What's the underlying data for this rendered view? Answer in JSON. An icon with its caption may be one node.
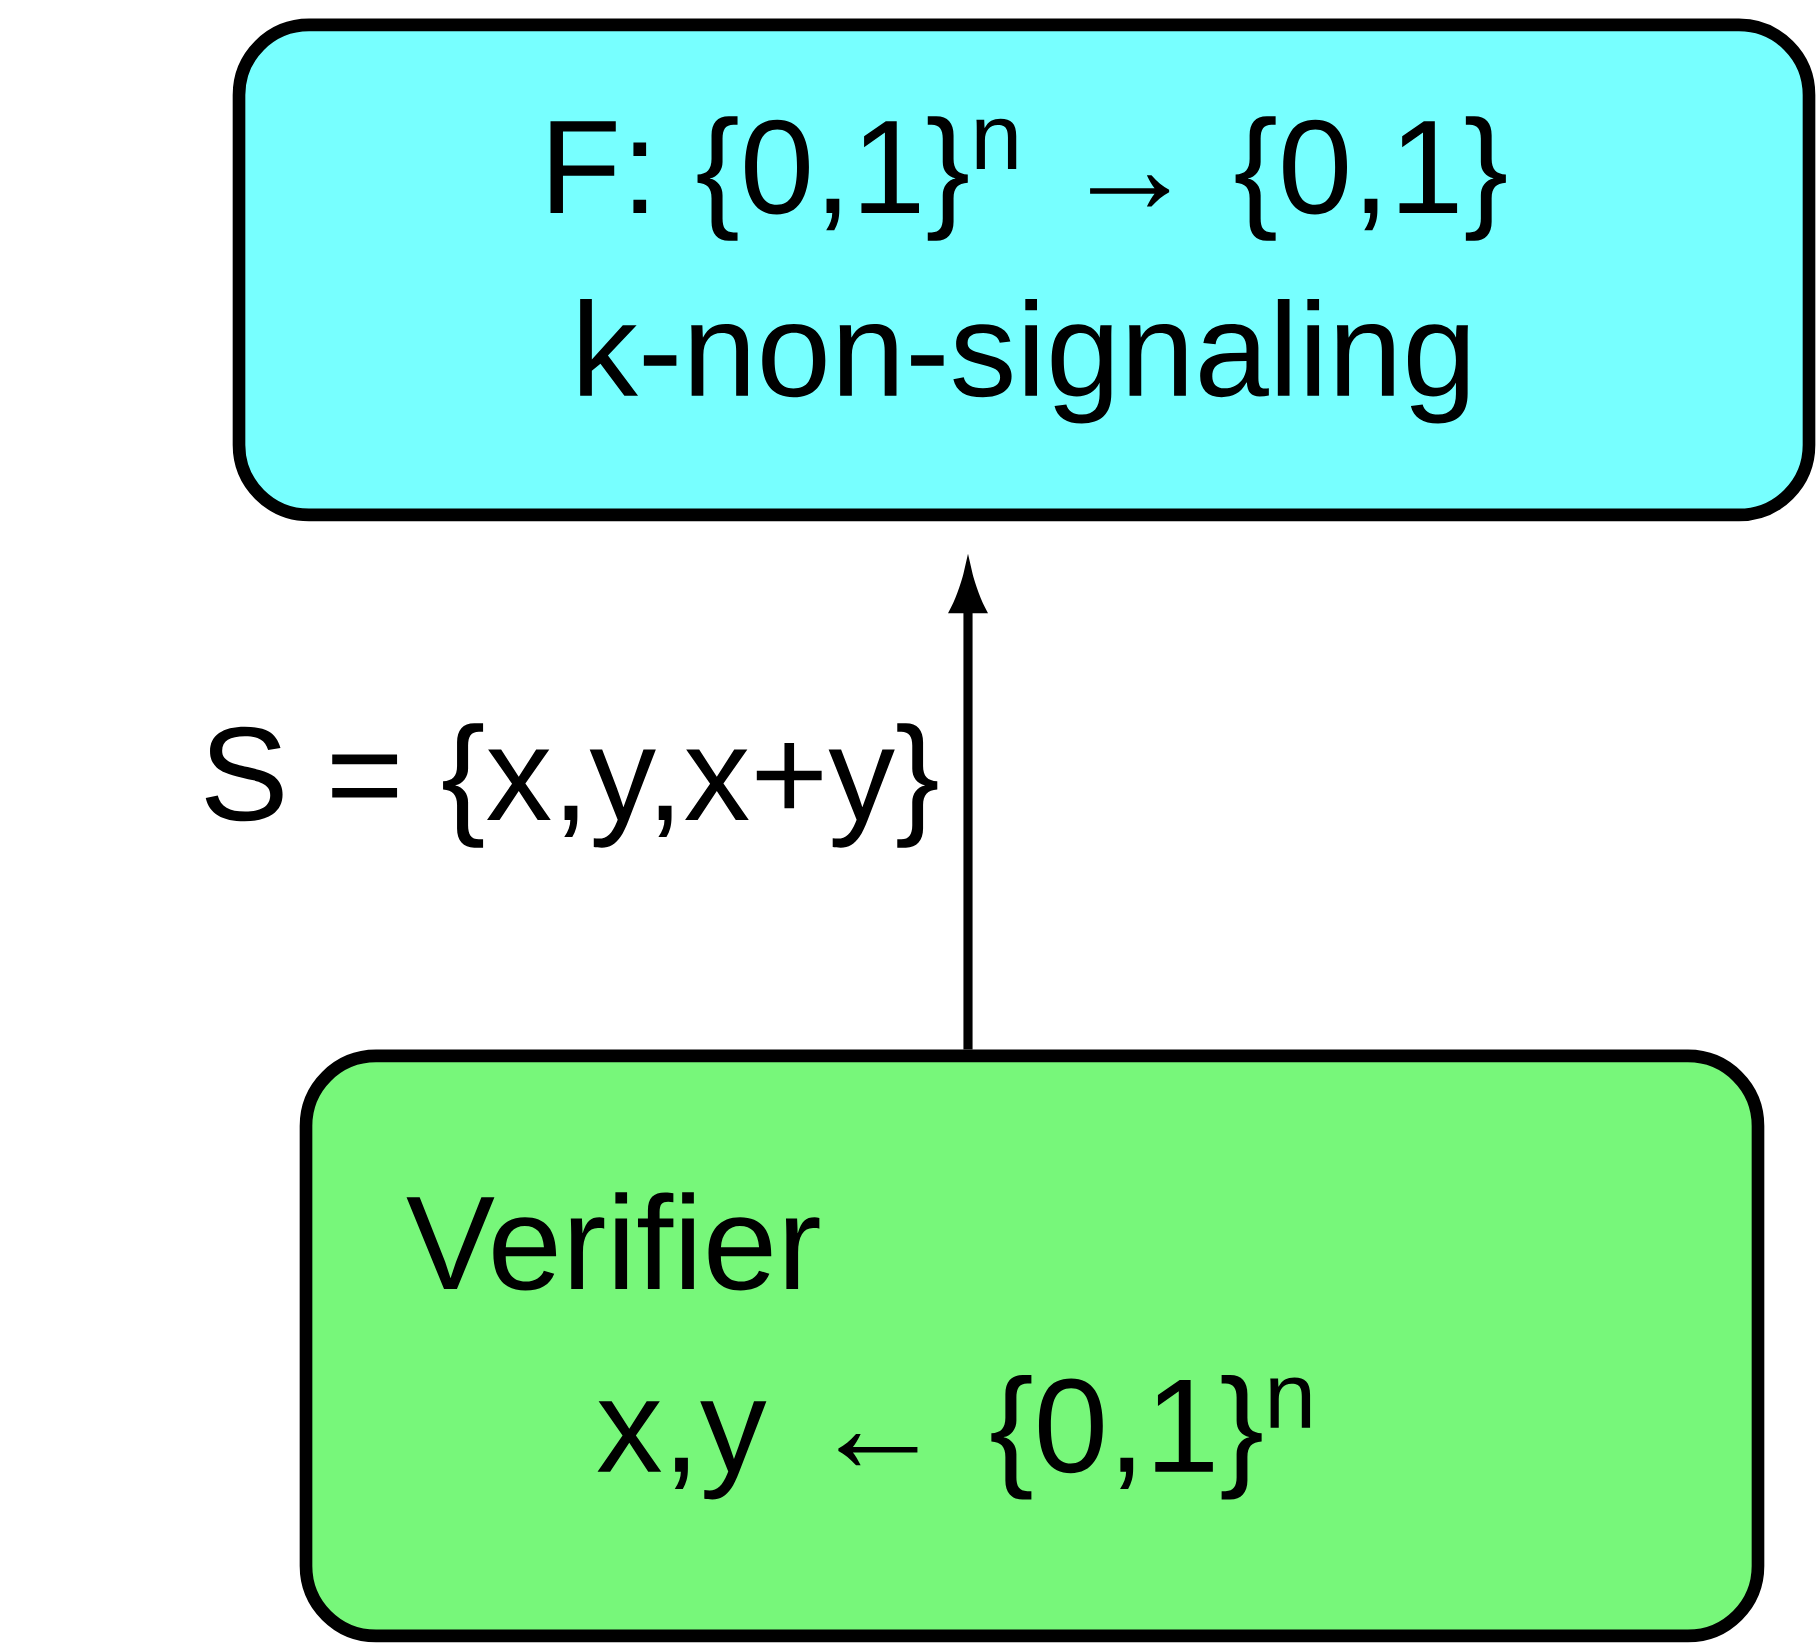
{
  "diagram": {
    "nodes": [
      {
        "text": [
          "F: {0,1}$^{n}$ → {0,1}",
          "k-non-signaling"
        ]
      },
      {
        "text": [
          "Verifier",
          "x,y ← {0,1}$^{n}$"
        ]
      }
    ],
    "edges": [
      {
        "from": 1,
        "to": 0,
        "arrow": "to",
        "label": "S = {x,y,x+y}"
      }
    ]
  }
}
